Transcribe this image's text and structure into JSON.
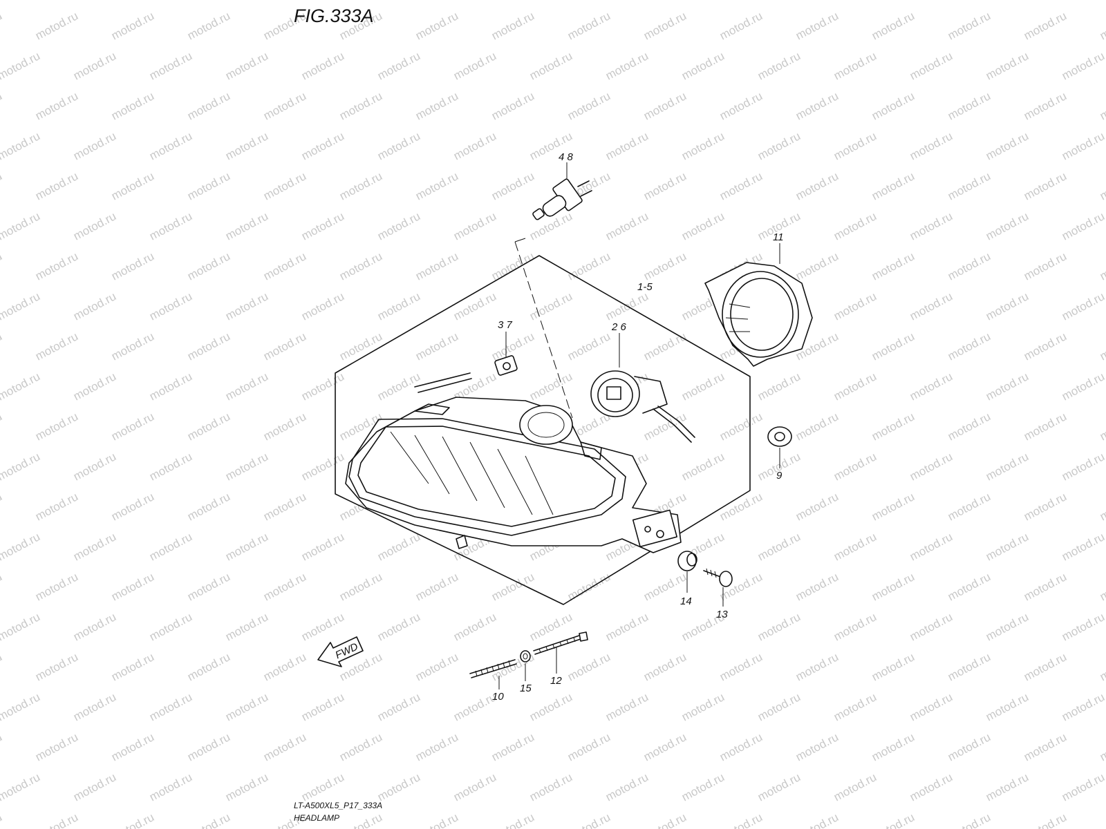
{
  "figure": {
    "title": "FIG.333A",
    "model_code": "LT-A500XL5_P17_333A",
    "caption": "HEADLAMP"
  },
  "watermark": {
    "text": "motod.ru",
    "color": "#c8c8c8"
  },
  "fwd_arrow": {
    "label": "FWD"
  },
  "callouts": [
    {
      "id": "48",
      "label": "4 8"
    },
    {
      "id": "11",
      "label": "11"
    },
    {
      "id": "15a",
      "label": "1-5"
    },
    {
      "id": "37",
      "label": "3 7"
    },
    {
      "id": "26",
      "label": "2 6"
    },
    {
      "id": "9",
      "label": "9"
    },
    {
      "id": "14",
      "label": "14"
    },
    {
      "id": "13",
      "label": "13"
    },
    {
      "id": "10",
      "label": "10"
    },
    {
      "id": "15",
      "label": "15"
    },
    {
      "id": "12",
      "label": "12"
    }
  ]
}
